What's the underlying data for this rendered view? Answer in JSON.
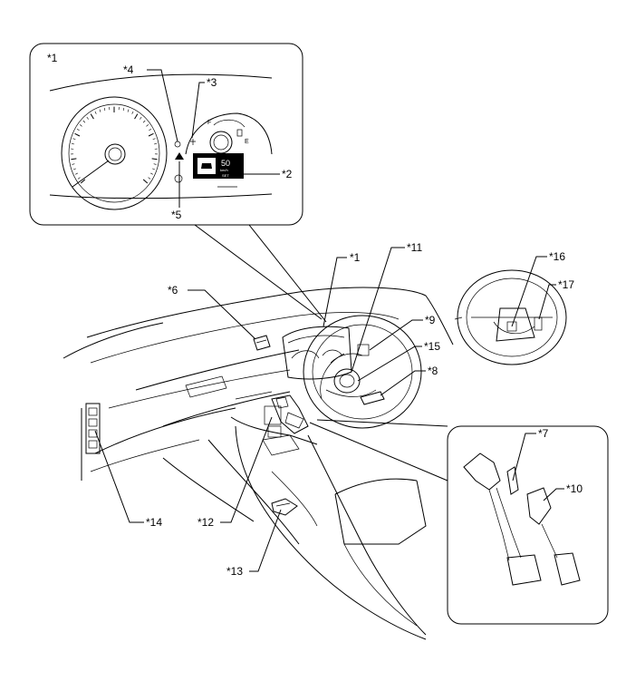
{
  "callouts": [
    {
      "id": "c1a",
      "text": "*1"
    },
    {
      "id": "c2",
      "text": "*2"
    },
    {
      "id": "c3",
      "text": "*3"
    },
    {
      "id": "c4",
      "text": "*4"
    },
    {
      "id": "c5",
      "text": "*5"
    },
    {
      "id": "c1b",
      "text": "*1"
    },
    {
      "id": "c11",
      "text": "*11"
    },
    {
      "id": "c6",
      "text": "*6"
    },
    {
      "id": "c9",
      "text": "*9"
    },
    {
      "id": "c15",
      "text": "*15"
    },
    {
      "id": "c8",
      "text": "*8"
    },
    {
      "id": "c16",
      "text": "*16"
    },
    {
      "id": "c17",
      "text": "*17"
    },
    {
      "id": "c7",
      "text": "*7"
    },
    {
      "id": "c10",
      "text": "*10"
    },
    {
      "id": "c14",
      "text": "*14"
    },
    {
      "id": "c12",
      "text": "*12"
    },
    {
      "id": "c13",
      "text": "*13"
    }
  ],
  "meter": {
    "fuel_full": "F",
    "fuel_empty": "E",
    "display_speed": "50",
    "display_unit": "km/h",
    "display_set": "SET"
  }
}
